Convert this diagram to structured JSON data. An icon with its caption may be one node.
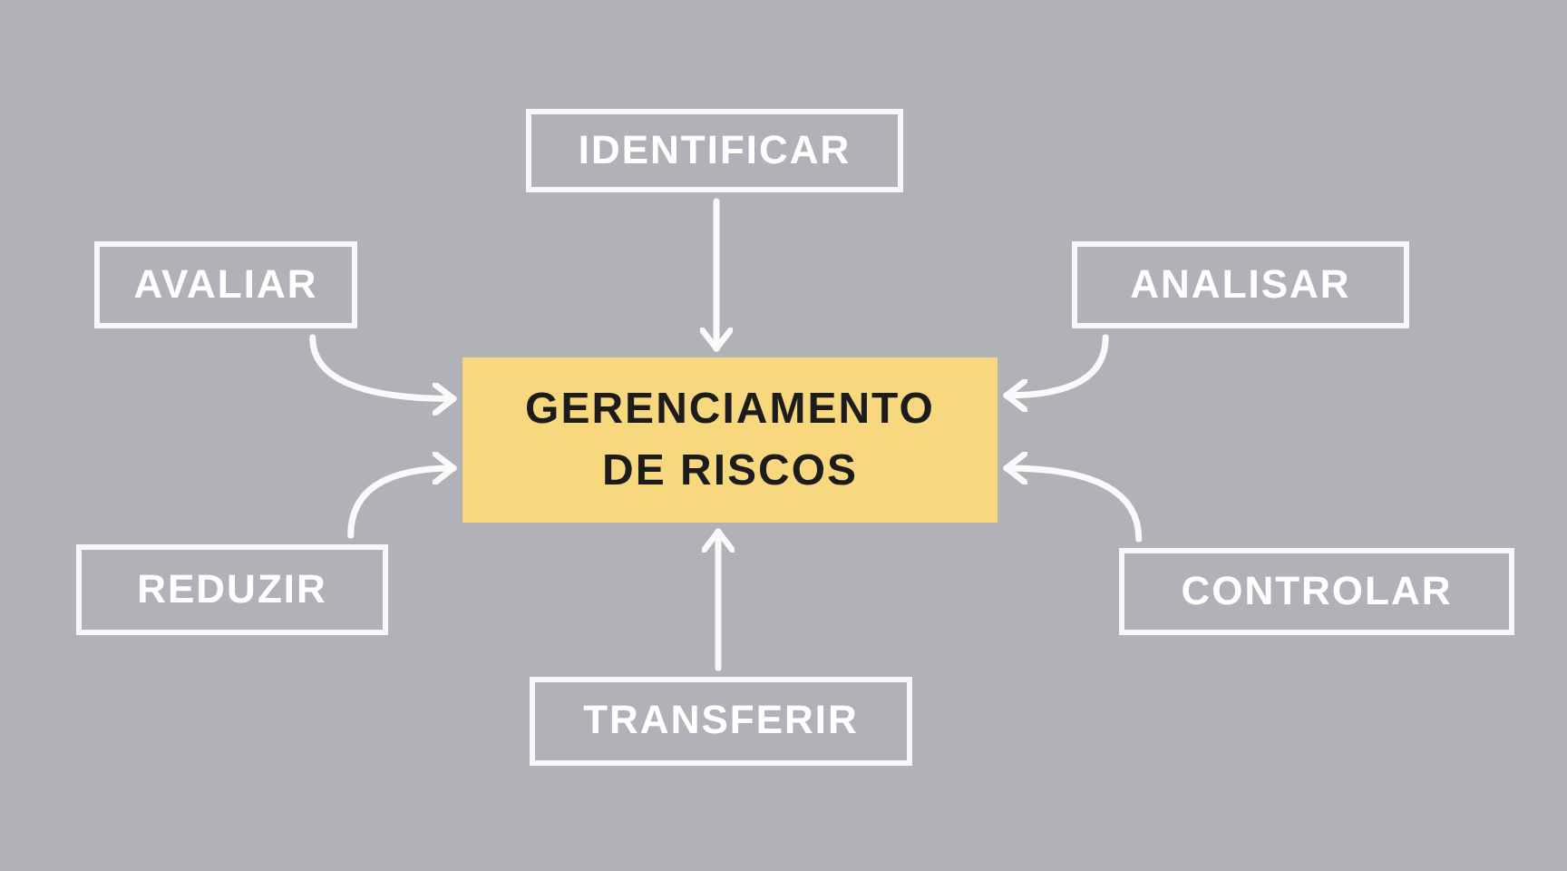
{
  "diagram": {
    "nodes": [
      {
        "text": [
          "IDENTIFICAR"
        ]
      },
      {
        "text": [
          "AVALIAR"
        ]
      },
      {
        "text": [
          "ANALISAR"
        ]
      },
      {
        "text": [
          "GERENCIAMENTO DE RISCOS"
        ]
      },
      {
        "text": [
          "REDUZIR"
        ]
      },
      {
        "text": [
          "CONTROLAR"
        ]
      },
      {
        "text": [
          "TRANSFERIR"
        ]
      }
    ],
    "edges": [
      {
        "from": 0,
        "to": 3,
        "arrow": "to"
      },
      {
        "from": 1,
        "to": 3,
        "arrow": "to"
      },
      {
        "from": 2,
        "to": 3,
        "arrow": "to"
      },
      {
        "from": 4,
        "to": 3,
        "arrow": "to"
      },
      {
        "from": 5,
        "to": 3,
        "arrow": "to"
      },
      {
        "from": 6,
        "to": 3,
        "arrow": "to"
      }
    ]
  }
}
